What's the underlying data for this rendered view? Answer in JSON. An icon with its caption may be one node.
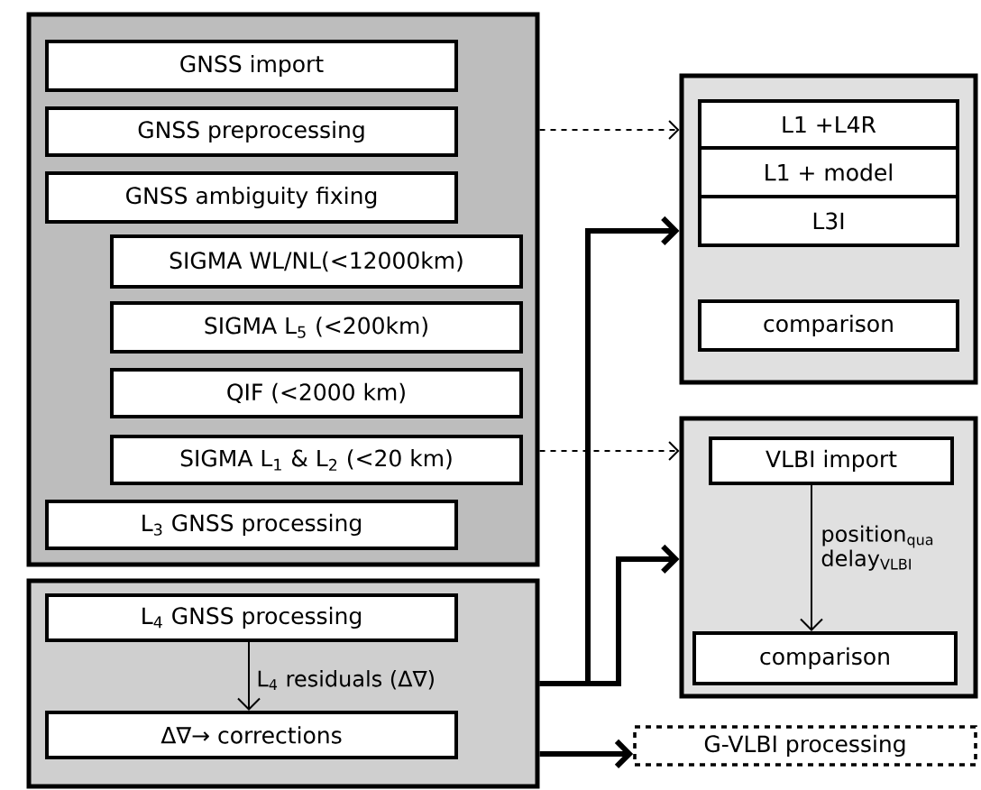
{
  "diagram": {
    "nodes": [
      {
        "text": [],
        "shape": "box"
      },
      {
        "text": [
          "GNSS import"
        ],
        "in": 0
      },
      {
        "text": [
          "GNSS preprocessing"
        ],
        "in": 0
      },
      {
        "text": [
          "GNSS ambiguity fixing"
        ],
        "in": 0
      },
      {
        "text": [
          "SIGMA WL/NL(<12000km)"
        ],
        "in": 0
      },
      {
        "text": [
          "SIGMA L$_{5}$ (<200km)"
        ],
        "in": 0
      },
      {
        "text": [
          "QIF (<2000 km)"
        ],
        "in": 0
      },
      {
        "text": [
          "SIGMA L$_{1}$ & L$_{2}$ (<20 km)"
        ],
        "in": 0
      },
      {
        "text": [
          "L$_{3}$ GNSS processing"
        ],
        "in": 0
      },
      {
        "text": [],
        "shape": "box"
      },
      {
        "text": [
          "L$_{4}$ GNSS processing"
        ],
        "in": 9
      },
      {
        "text": [
          "Δ∇→ corrections"
        ],
        "in": 9
      },
      {
        "text": [],
        "shape": "box"
      },
      {
        "text": [
          "L1 +L4R"
        ],
        "in": 12
      },
      {
        "text": [
          "L1 + model"
        ],
        "in": 12
      },
      {
        "text": [
          "L3I"
        ],
        "in": 12
      },
      {
        "text": [
          "comparison"
        ],
        "in": 12
      },
      {
        "text": [],
        "shape": "box"
      },
      {
        "text": [
          "VLBI import"
        ],
        "in": 17
      },
      {
        "text": [
          "comparison"
        ],
        "in": 17
      },
      {
        "text": [
          "G-VLBI processing"
        ]
      }
    ],
    "edges": [
      {
        "from": 0,
        "to": 12,
        "arrow": "to",
        "style": "dashed"
      },
      {
        "from": 0,
        "to": 17,
        "arrow": "to",
        "style": "dashed"
      },
      {
        "from": 10,
        "to": 11,
        "arrow": "to",
        "label": "L$_{4}$ residuals (Δ∇)"
      },
      {
        "from": 9,
        "to": 12,
        "arrow": "to",
        "style": "thick"
      },
      {
        "from": 9,
        "to": 17,
        "arrow": "to",
        "style": "thick"
      },
      {
        "from": 9,
        "to": 20,
        "arrow": "to",
        "style": "thick"
      },
      {
        "from": 18,
        "to": 19,
        "arrow": "to",
        "label": "position$_{qua}$ delay$_{VLBI}$"
      }
    ]
  }
}
